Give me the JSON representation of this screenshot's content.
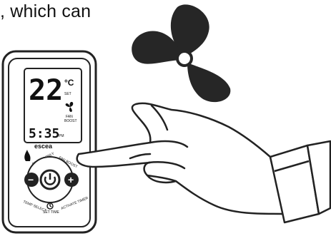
{
  "caption": ", which can",
  "remote": {
    "temperature": "22",
    "unit": "°C",
    "set_label": "SET",
    "fan_label_1": "FAN",
    "fan_label_2": "BOOST",
    "time": "5:35",
    "time_suffix": "PM",
    "brand": "escea",
    "btn_effect_only": "EFFECT ONLY",
    "btn_fan_boost": "FAN BOOST",
    "btn_temp_select": "TEMP SELECT",
    "btn_activate_timer": "ACTIVATE TIMER",
    "btn_set_time": "SET TIME",
    "minus_glyph": "−",
    "plus_glyph": "+"
  },
  "icons": [
    "fan-icon",
    "flame-icon",
    "power-icon",
    "clock-icon",
    "hand-icon"
  ]
}
